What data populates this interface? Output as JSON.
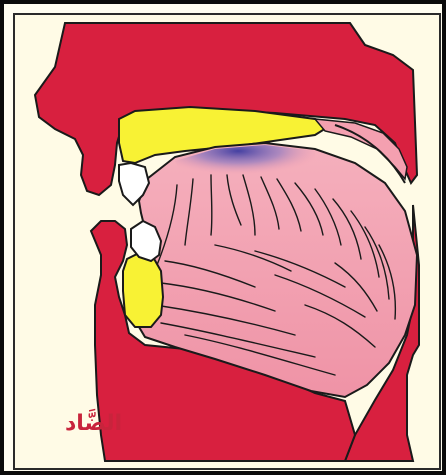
{
  "label": {
    "letter": "الضَّاد"
  },
  "colors": {
    "frame": "#0a0a0a",
    "background": "#fffbe6",
    "lips_palate": "#d8203f",
    "tongue": "#f4a0b0",
    "teeth_ridge": "#f8f234",
    "tongue_contact_shade": "#5a4aa0",
    "teeth": "#ffffff",
    "outline": "#1a1a1a",
    "label": "#c8243c"
  },
  "parts": {
    "upper_lip": "upper-lip",
    "lower_lip": "lower-lip",
    "palate": "palate",
    "upper_ridge": "upper-gum-ridge",
    "lower_ridge": "lower-gum-ridge",
    "tongue": "tongue",
    "contact_area": "tongue-side-contact",
    "upper_teeth": "upper-teeth",
    "lower_teeth": "lower-teeth",
    "throat": "pharynx"
  }
}
